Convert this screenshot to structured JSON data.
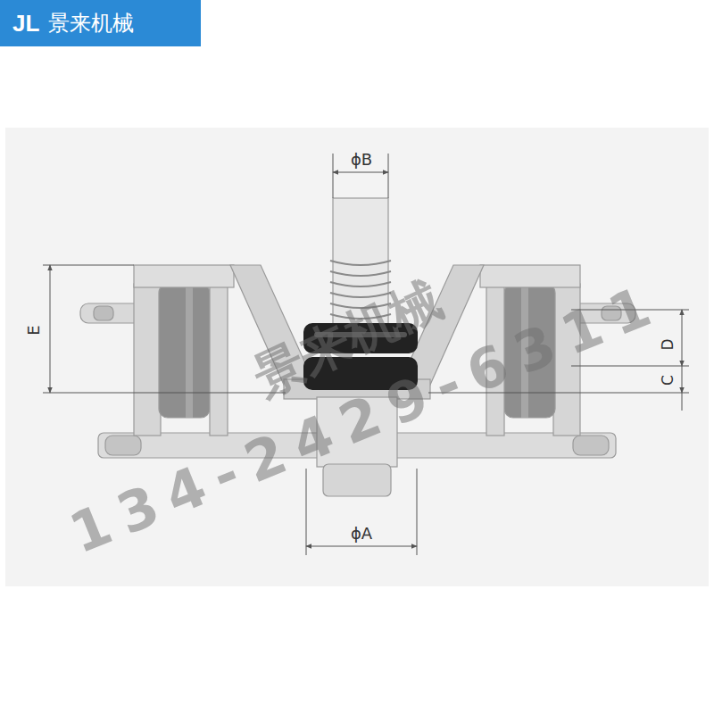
{
  "diagram": {
    "nodes": [
      {
        "text": [
          "JL",
          "景来机械"
        ]
      }
    ],
    "labels": [
      "ϕB",
      "E",
      "C",
      "D",
      "ϕA",
      "景来机械",
      "134-2429-6311"
    ]
  }
}
